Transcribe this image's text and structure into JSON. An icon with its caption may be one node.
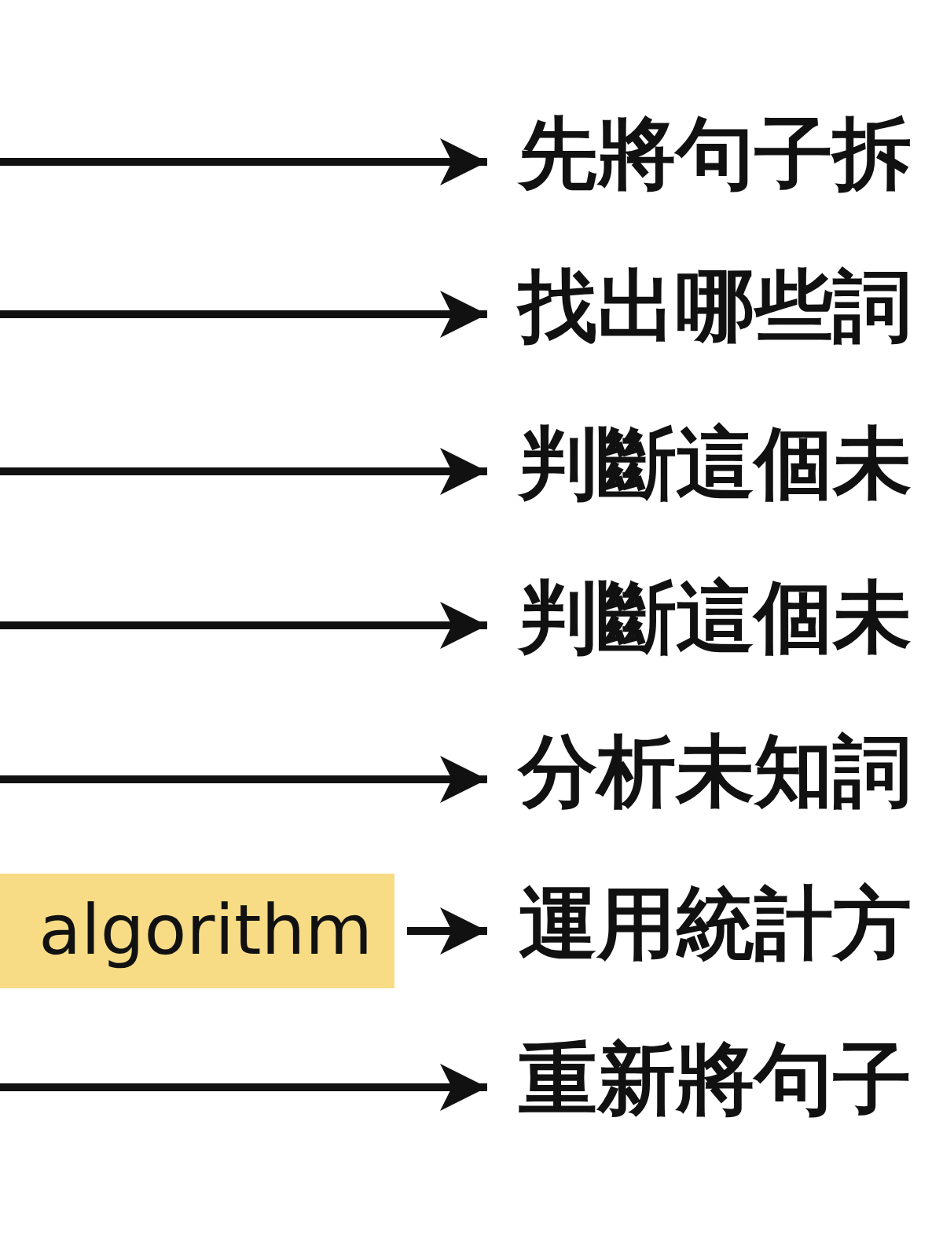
{
  "diagram": {
    "nodes": [
      {
        "text": [
          "先將句子拆"
        ]
      },
      {
        "text": [
          "找出哪些詞"
        ]
      },
      {
        "text": [
          "判斷這個未"
        ]
      },
      {
        "text": [
          "判斷這個未"
        ]
      },
      {
        "text": [
          "分析未知詞"
        ]
      },
      {
        "text": [
          "algorithm"
        ]
      },
      {
        "text": [
          "運用統計方"
        ]
      },
      {
        "text": [
          "重新將句子"
        ]
      }
    ],
    "edges": [
      {
        "from": null,
        "to": 0,
        "arrow": "to"
      },
      {
        "from": null,
        "to": 1,
        "arrow": "to"
      },
      {
        "from": null,
        "to": 2,
        "arrow": "to"
      },
      {
        "from": null,
        "to": 3,
        "arrow": "to"
      },
      {
        "from": null,
        "to": 4,
        "arrow": "to"
      },
      {
        "from": 5,
        "to": 6,
        "arrow": "to"
      },
      {
        "from": null,
        "to": 7,
        "arrow": "to"
      }
    ]
  }
}
